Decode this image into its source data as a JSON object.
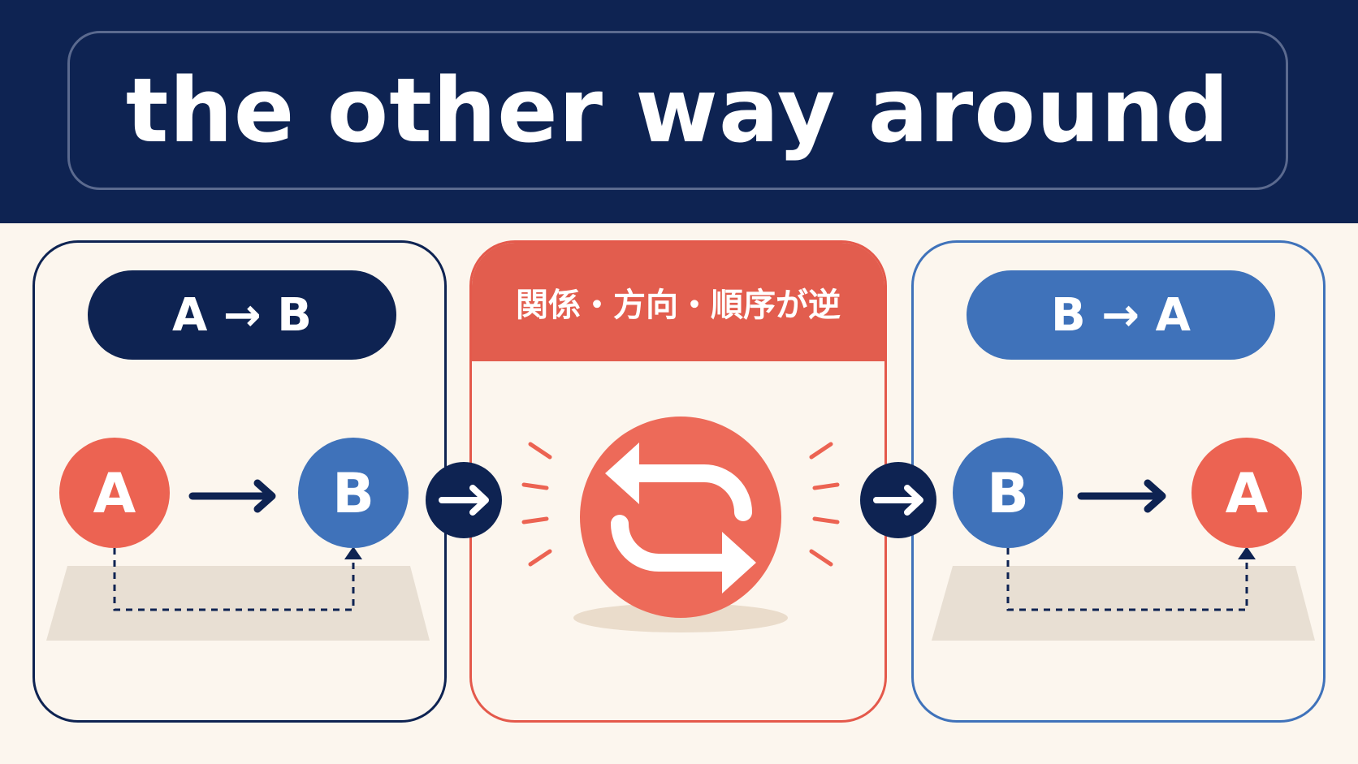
{
  "title": "the other way around",
  "left_panel": {
    "label": "A → B",
    "from_node": "A",
    "to_node": "B"
  },
  "middle_panel": {
    "label": "関係・方向・順序が逆",
    "icon": "swap-arrows-icon"
  },
  "right_panel": {
    "label": "B → A",
    "from_node": "B",
    "to_node": "A"
  },
  "colors": {
    "navy": "#0e2352",
    "red": "#e25d4e",
    "blue": "#3f72ba",
    "background": "#fcf6ee"
  }
}
